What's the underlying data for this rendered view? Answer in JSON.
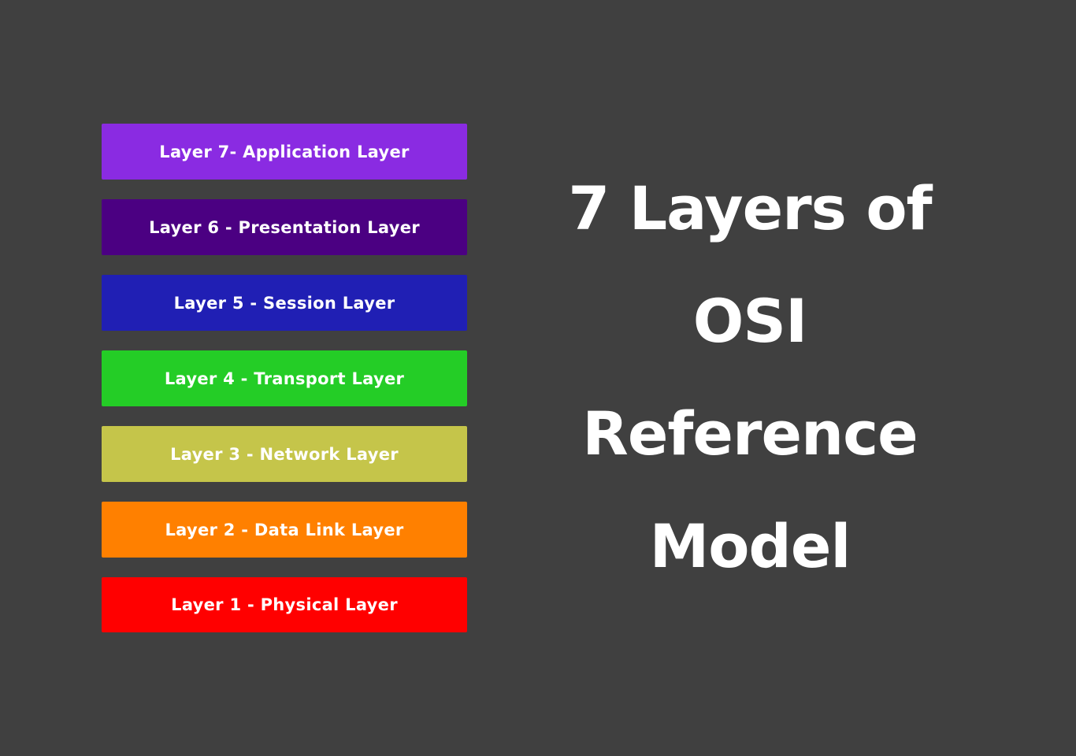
{
  "layers": [
    {
      "label": "Layer 7- Application Layer",
      "color": "#8a2be2"
    },
    {
      "label": "Layer 6 - Presentation Layer",
      "color": "#4b0082"
    },
    {
      "label": "Layer 5 - Session Layer",
      "color": "#201fb4"
    },
    {
      "label": "Layer 4 - Transport Layer",
      "color": "#24cd26"
    },
    {
      "label": "Layer 3 - Network Layer",
      "color": "#c5c54a"
    },
    {
      "label": "Layer 2 - Data Link Layer",
      "color": "#ff8000"
    },
    {
      "label": "Layer 1 - Physical Layer",
      "color": "#ff0000"
    }
  ],
  "title": {
    "lines": [
      "7 Layers of",
      "OSI",
      "Reference",
      "Model"
    ]
  }
}
